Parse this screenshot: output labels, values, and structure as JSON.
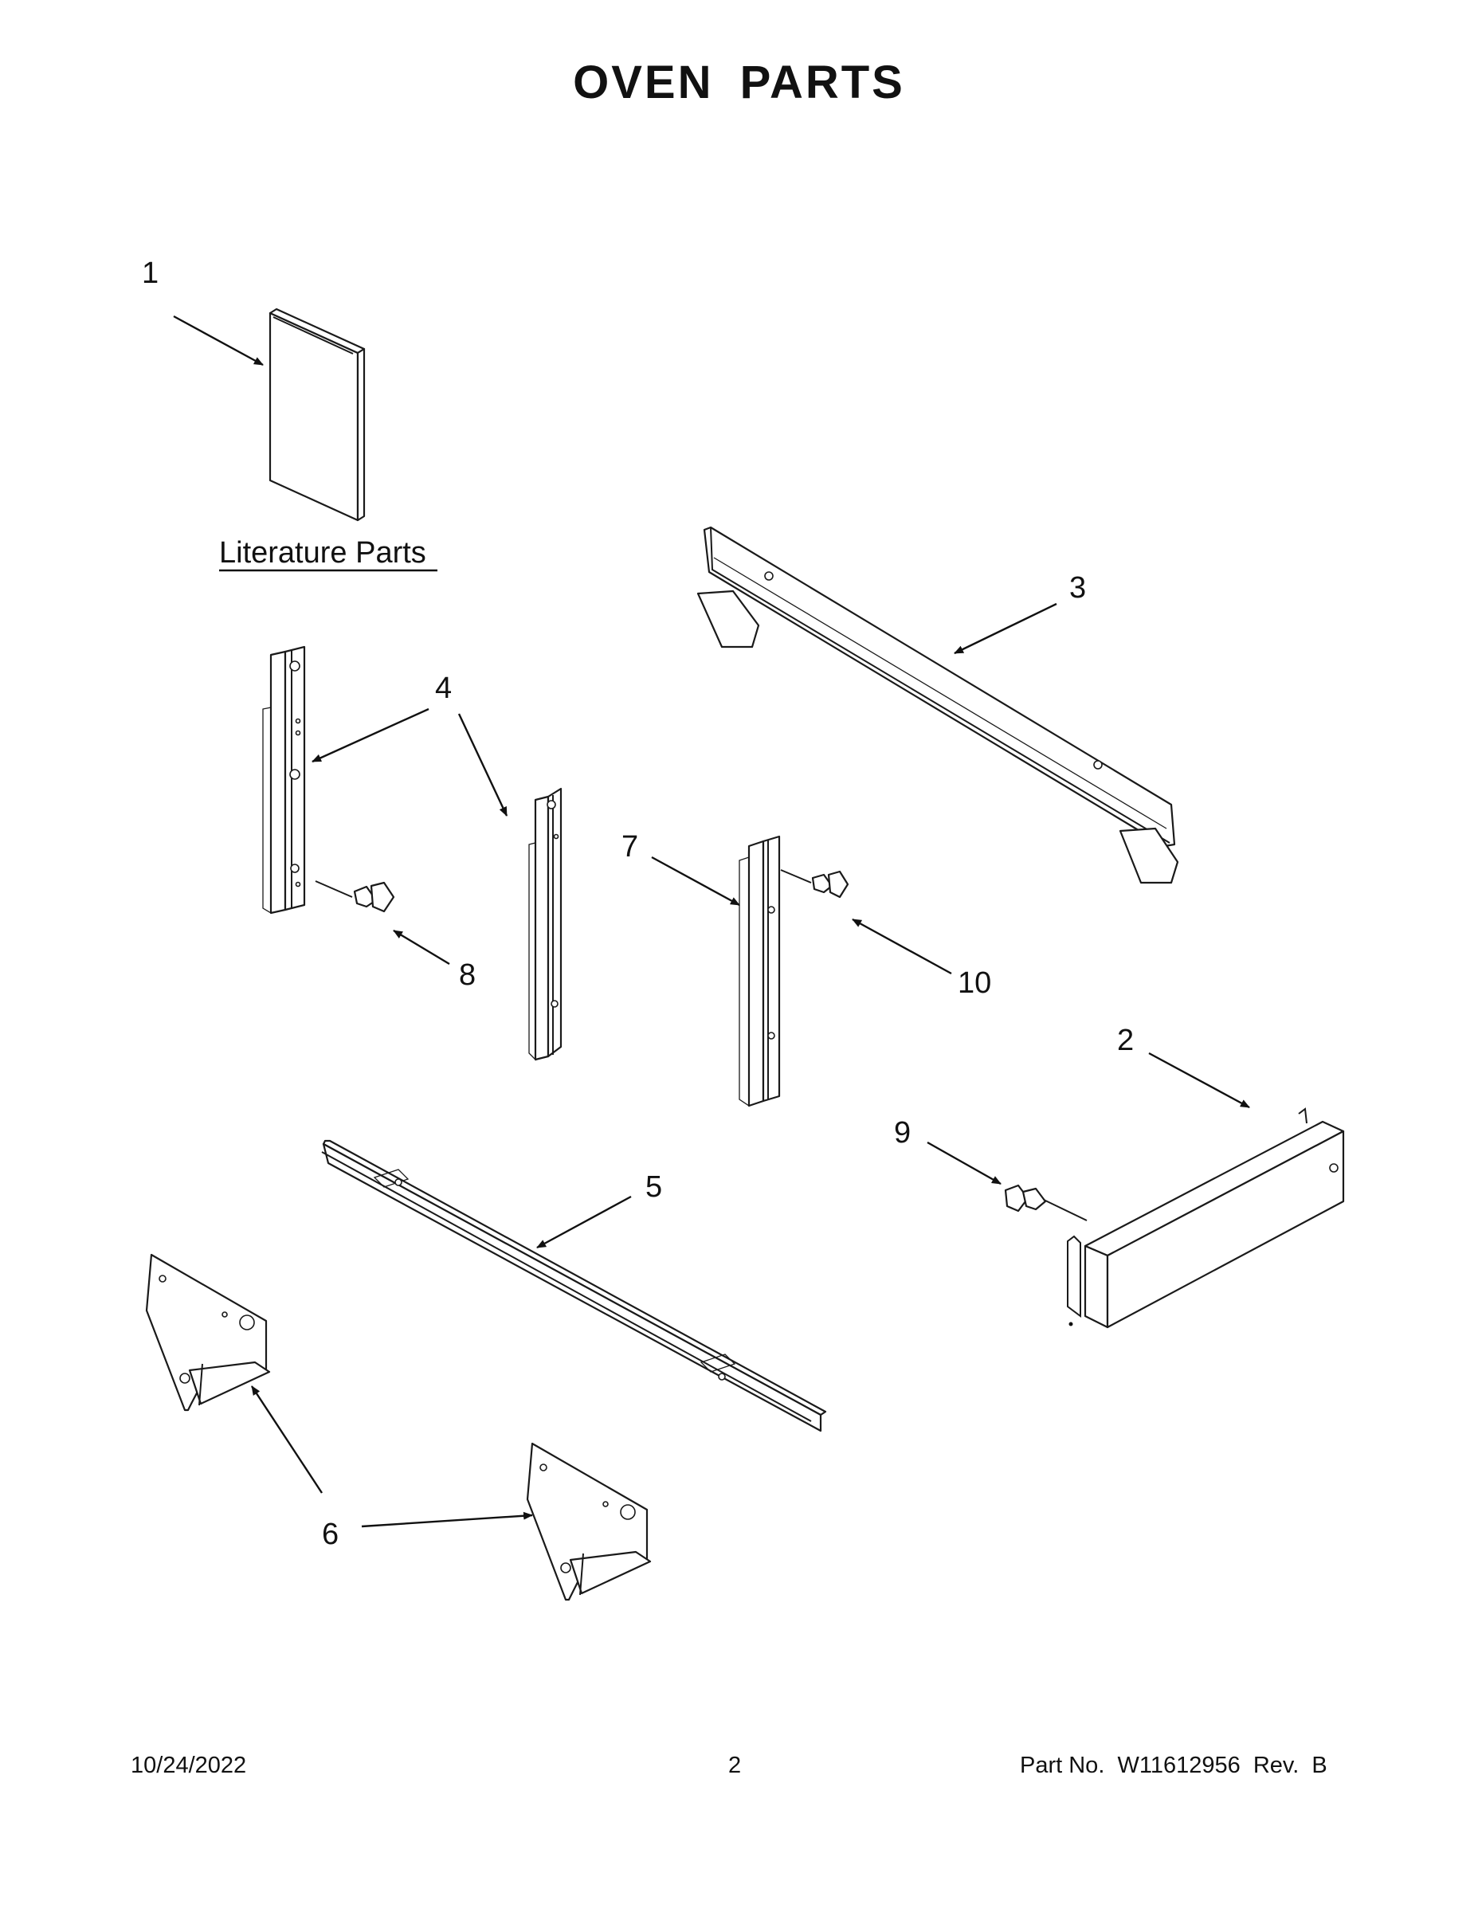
{
  "title": "OVEN PARTS",
  "literature_label": "Literature Parts",
  "callouts": [
    "1",
    "2",
    "3",
    "4",
    "5",
    "6",
    "7",
    "8",
    "9",
    "10"
  ],
  "footer": {
    "date": "10/24/2022",
    "page": "2",
    "part_no": "Part No.  W11612956  Rev.  B"
  }
}
